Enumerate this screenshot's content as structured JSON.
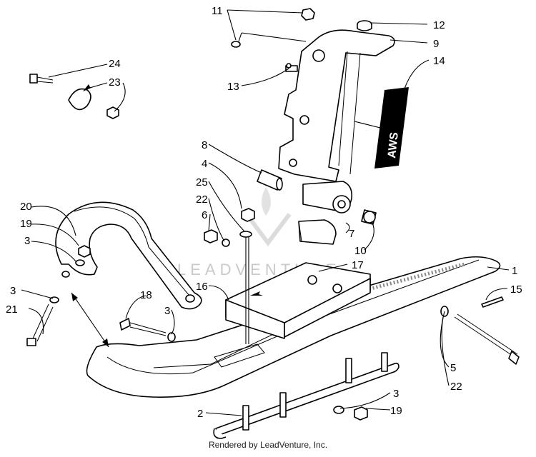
{
  "callouts": {
    "c1": "1",
    "c2": "2",
    "c3a": "3",
    "c3b": "3",
    "c3c": "3",
    "c3d": "3",
    "c4": "4",
    "c5": "5",
    "c6": "6",
    "c7": "7",
    "c8": "8",
    "c9": "9",
    "c10": "10",
    "c11": "11",
    "c12": "12",
    "c13": "13",
    "c14": "14",
    "c15": "15",
    "c16": "16",
    "c17": "17",
    "c18": "18",
    "c19a": "19",
    "c19b": "19",
    "c20": "20",
    "c21": "21",
    "c22a": "22",
    "c22b": "22",
    "c23": "23",
    "c24": "24",
    "c25": "25"
  },
  "decal_text": "AWS",
  "watermark": "LEADVENTURE",
  "footer": "Rendered by LeadVenture, Inc."
}
